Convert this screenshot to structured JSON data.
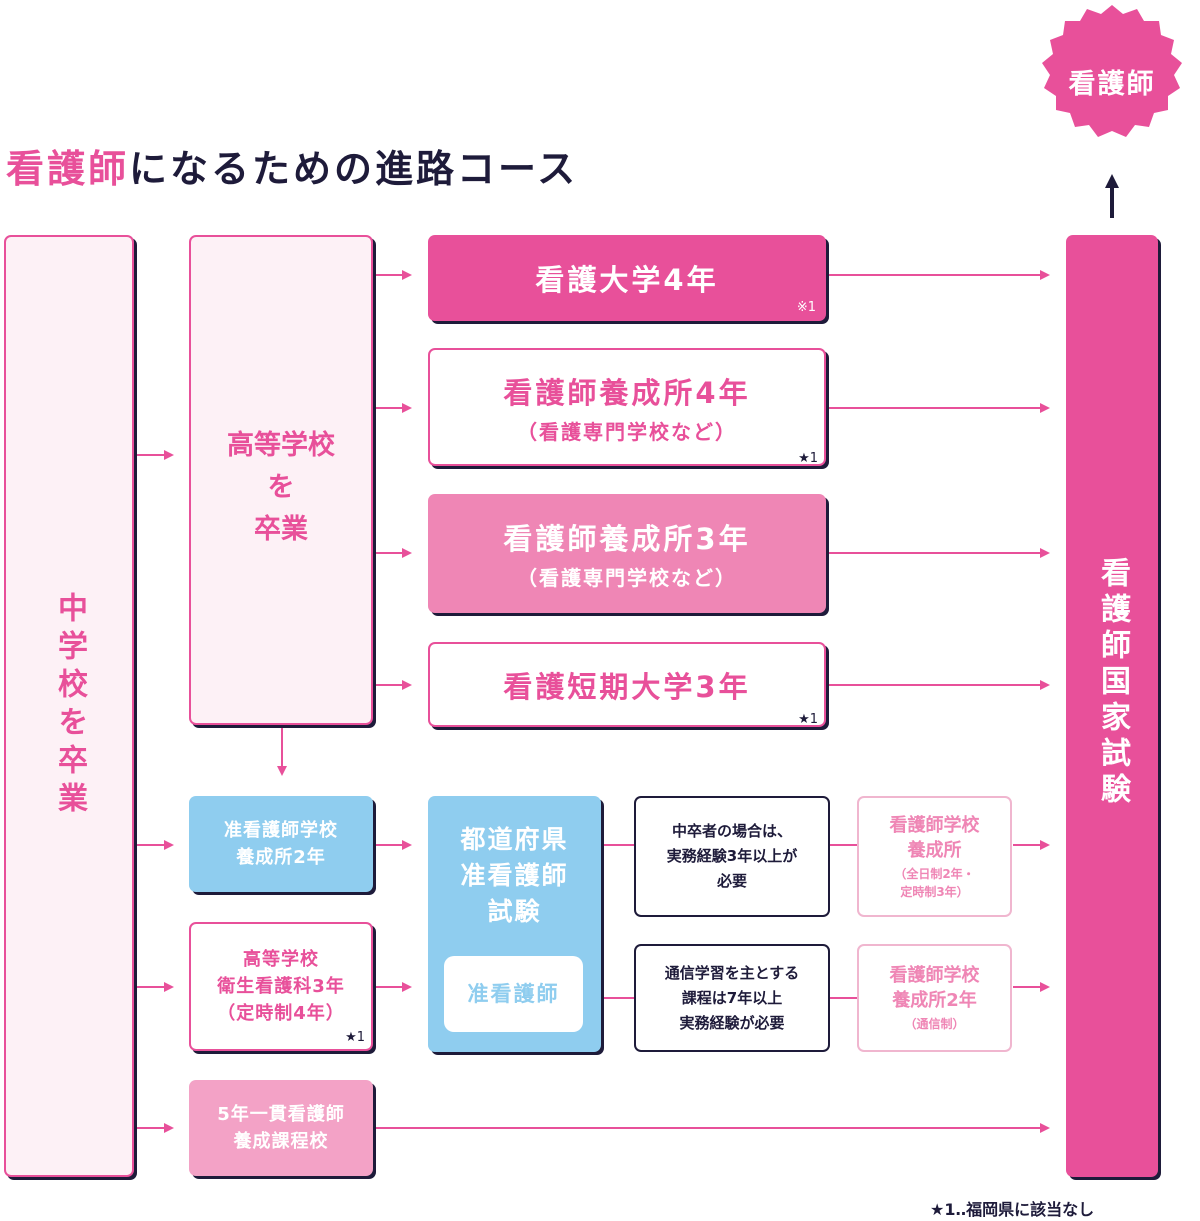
{
  "goal": "看護師",
  "title": {
    "accent": "看護師",
    "rest": "になるための進路コース"
  },
  "junior_high": "中学校を卒業",
  "high_school": [
    "高等学校",
    "を",
    "卒業"
  ],
  "nursing_univ": {
    "label": "看護大学4年",
    "note": "※1"
  },
  "training_4yr": {
    "label": "看護師養成所4年",
    "sub": "（看護専門学校など）",
    "note": "★1"
  },
  "training_3yr": {
    "label": "看護師養成所3年",
    "sub": "（看護専門学校など）"
  },
  "junior_college": {
    "label": "看護短期大学3年",
    "note": "★1"
  },
  "national_exam": "看護師国家試験",
  "assoc_school": [
    "准看護師学校",
    "養成所2年"
  ],
  "hs_health": {
    "lines": [
      "高等学校",
      "衛生看護科3年",
      "（定時制4年）"
    ],
    "note": "★1"
  },
  "prefectural_exam": {
    "lines": [
      "都道府県",
      "准看護師",
      "試験"
    ],
    "result": "准看護師"
  },
  "cond_junior": [
    "中卒者の場合は、",
    "実務経験3年以上が",
    "必要"
  ],
  "cond_corr": [
    "通信学習を主とする",
    "課程は7年以上",
    "実務経験が必要"
  ],
  "school_2yr": {
    "lines": [
      "看護師学校",
      "養成所"
    ],
    "sub": [
      "（全日制2年・",
      "定時制3年）"
    ]
  },
  "school_corr": {
    "lines": [
      "看護師学校",
      "養成所2年"
    ],
    "sub": "（通信制）"
  },
  "five_year": [
    "5年一貫看護師",
    "養成課程校"
  ],
  "footnote": "★1‥福岡県に該当なし"
}
